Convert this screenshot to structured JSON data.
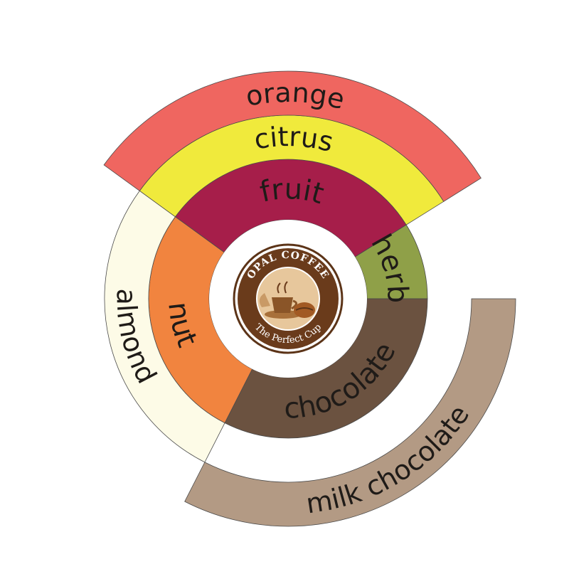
{
  "chart_data": {
    "type": "sunburst",
    "center": {
      "logo_title": "OPAL COFFEE",
      "logo_subtitle": "The Perfect Cup"
    },
    "rings": [
      {
        "level": 1,
        "segments": [
          {
            "label": "fruit",
            "color": "#a61e4a",
            "start_deg": -54,
            "end_deg": 58
          },
          {
            "label": "herb",
            "color": "#8fa048",
            "start_deg": 58,
            "end_deg": 90
          },
          {
            "label": "chocolate",
            "color": "#6b5240",
            "start_deg": 90,
            "end_deg": 207
          },
          {
            "label": "nut",
            "color": "#f1843f",
            "start_deg": 207,
            "end_deg": 306
          }
        ]
      },
      {
        "level": 2,
        "segments": [
          {
            "label": "citrus",
            "color": "#f0ea3c",
            "start_deg": -54,
            "end_deg": 58
          },
          {
            "label": "almond",
            "color": "#fdfbe7",
            "start_deg": 207,
            "end_deg": 306
          }
        ]
      },
      {
        "level": 3,
        "segments": [
          {
            "label": "orange",
            "color": "#ef6660",
            "start_deg": -54,
            "end_deg": 58
          },
          {
            "label": "milk chocolate",
            "color": "#b39a84",
            "start_deg": 90,
            "end_deg": 207
          }
        ]
      }
    ]
  }
}
